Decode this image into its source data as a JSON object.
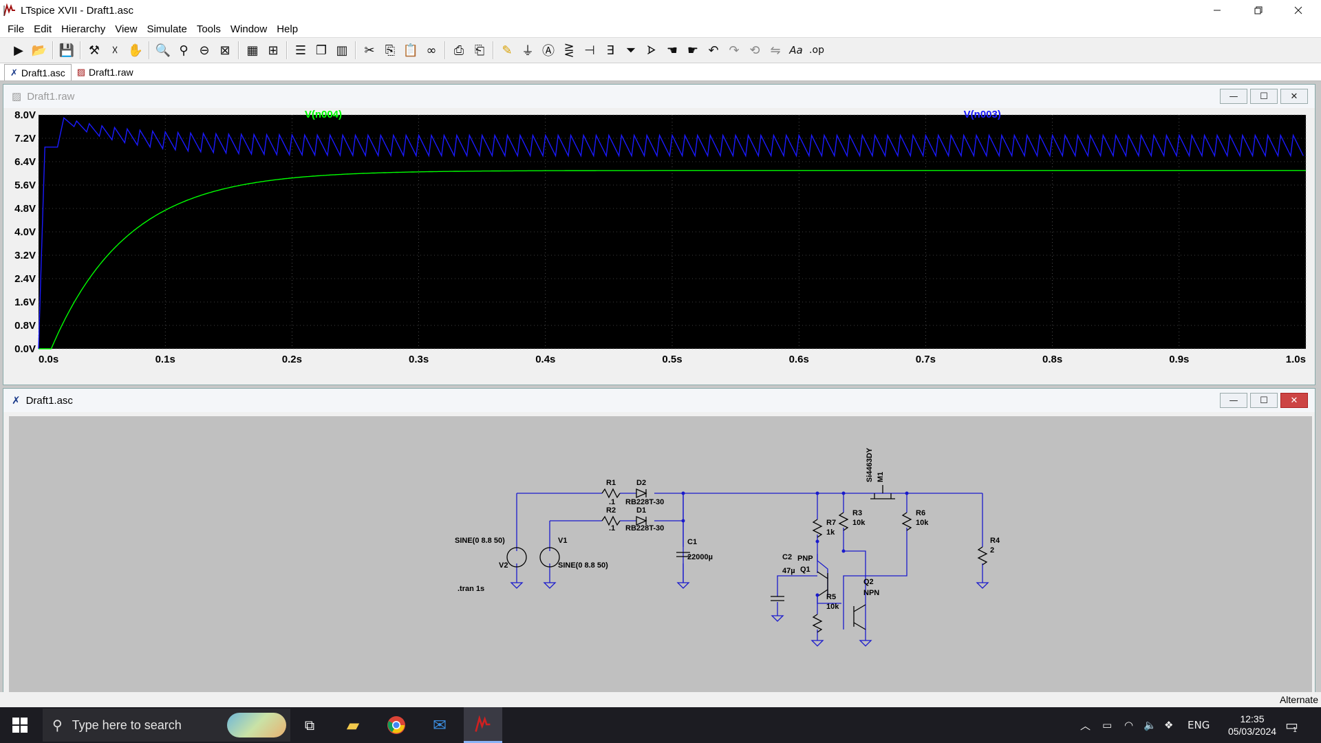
{
  "window": {
    "title": "LTspice XVII - Draft1.asc"
  },
  "menu": [
    "File",
    "Edit",
    "Hierarchy",
    "View",
    "Simulate",
    "Tools",
    "Window",
    "Help"
  ],
  "tabs": [
    {
      "label": "Draft1.asc",
      "active": true
    },
    {
      "label": "Draft1.raw",
      "active": false
    }
  ],
  "waveform_window": {
    "title": "Draft1.raw"
  },
  "schematic_window": {
    "title": "Draft1.asc"
  },
  "chart_data": {
    "type": "line",
    "x_ticks": [
      "0.0s",
      "0.1s",
      "0.2s",
      "0.3s",
      "0.4s",
      "0.5s",
      "0.6s",
      "0.7s",
      "0.8s",
      "0.9s",
      "1.0s"
    ],
    "y_ticks": [
      "8.0V",
      "7.2V",
      "6.4V",
      "5.6V",
      "4.8V",
      "4.0V",
      "3.2V",
      "2.4V",
      "1.6V",
      "0.8V",
      "0.0V"
    ],
    "xlim": [
      0,
      1.0
    ],
    "ylim": [
      0,
      8.0
    ],
    "grid": true,
    "background": "#000000",
    "series": [
      {
        "name": "V(n004)",
        "color": "#00ff00",
        "kind": "rc_charge",
        "steady": 6.1,
        "tau": 0.06
      },
      {
        "name": "V(n003)",
        "color": "#1a1aff",
        "kind": "ripple",
        "start": 6.9,
        "peak": 7.9,
        "min": 6.6,
        "max": 7.3,
        "freq_hz": 100
      }
    ]
  },
  "schematic": {
    "wire_color": "#1a1acc",
    "labels": {
      "r1": "R1",
      "r1v": ".1",
      "r2": "R2",
      "r2v": ".1",
      "d2": "D2",
      "d2v": "RB228T-30",
      "d1": "D1",
      "d1v": "RB228T-30",
      "c1": "C1",
      "c1v": "22000µ",
      "v1": "V1",
      "v1v": "SINE(0 8.8 50)",
      "v2": "V2",
      "v2v": "SINE(0 8.8 50)",
      "tran": ".tran 1s",
      "m1": "M1",
      "m1v": "Si4463DY",
      "r7": "R7",
      "r7v": "1k",
      "r3": "R3",
      "r3v": "10k",
      "r6": "R6",
      "r6v": "10k",
      "r4": "R4",
      "r4v": "2",
      "c2": "C2",
      "c2v": "47µ",
      "q1": "Q1",
      "q1v": "PNP",
      "q2": "Q2",
      "q2v": "NPN",
      "r5": "R5",
      "r5v": "10k"
    }
  },
  "statusbar": {
    "text": "Alternate"
  },
  "taskbar": {
    "search_placeholder": "Type here to search",
    "lang": "ENG",
    "time": "12:35",
    "date": "05/03/2024",
    "notifications": "1"
  }
}
